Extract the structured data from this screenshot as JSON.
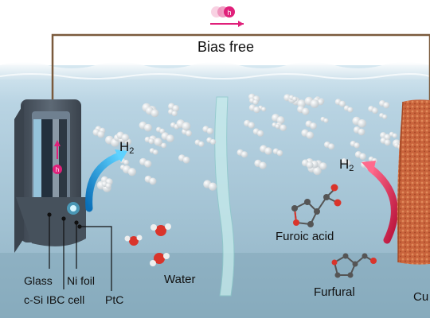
{
  "title": "Bias free",
  "labels": {
    "glass": "Glass",
    "cell": "c-Si IBC cell",
    "ni_foil": "Ni foil",
    "ptc": "PtC",
    "water": "Water",
    "furoic_acid": "Furoic acid",
    "furfural": "Furfural",
    "right_electrode_partial": "Cu",
    "h2_main": "H",
    "h2_sub": "2"
  },
  "colors": {
    "wire": "#7a5a3c",
    "water_top": "#cfe3ee",
    "water_deep": "#8fb3c7",
    "device": "#4a5563",
    "copper": "#c8643c",
    "blue_arrow": "#1ea0e6",
    "pink_arrow": "#e8204f",
    "hole": "#e0207a"
  },
  "icons": [
    "hole-particle-icon",
    "electron-flow-arrow-icon",
    "h2-molecule-icon",
    "water-molecule-icon",
    "furoic-acid-molecule-icon",
    "furfural-molecule-icon"
  ]
}
